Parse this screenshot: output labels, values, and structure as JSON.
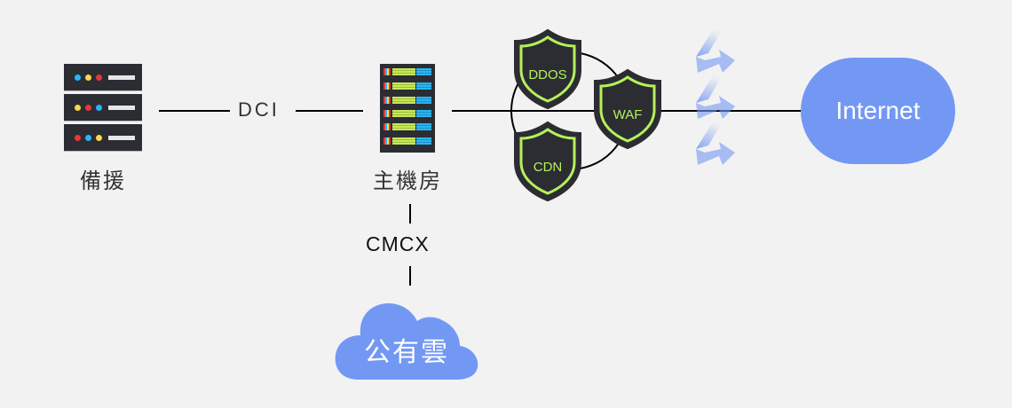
{
  "nodes": {
    "backup": {
      "label": "備援",
      "icon": "server-stack-icon"
    },
    "main_dc": {
      "label": "主機房",
      "icon": "server-rack-icon"
    },
    "internet": {
      "label": "Internet",
      "color": "#7398f4"
    },
    "public_cloud": {
      "label": "公有雲",
      "color": "#7398f4"
    }
  },
  "edges": {
    "backup_to_main": {
      "label": "DCI"
    },
    "main_to_cloud": {
      "label": "CMCX"
    }
  },
  "security": {
    "shields": [
      {
        "label": "DDOS"
      },
      {
        "label": "WAF"
      },
      {
        "label": "CDN"
      }
    ],
    "shield_fill": "#2b2d33",
    "shield_accent": "#b6f05a"
  },
  "traffic_arrows": {
    "count": 3,
    "color": "#7398f4",
    "icon": "traffic-arrow-icon"
  }
}
